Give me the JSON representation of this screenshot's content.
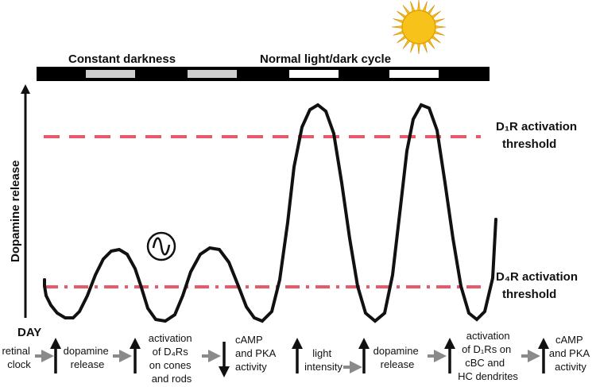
{
  "header": {
    "constant_darkness": "Constant darkness",
    "normal_cycle": "Normal light/dark cycle"
  },
  "axis": {
    "ylabel": "Dopamine release",
    "day_label": "DAY"
  },
  "thresholds": {
    "d1_line1": "D₁R activation",
    "d1_line2": "threshold",
    "d4_line1": "D₄R activation",
    "d4_line2": "threshold",
    "line_color": "#e85a6a"
  },
  "oscillator_symbol": "∿",
  "cascade_dark": {
    "retinal_clock": [
      "retinal",
      "clock"
    ],
    "dopamine_release": [
      "dopamine",
      "release"
    ],
    "d4_activation": [
      "activation",
      "of D₄Rs",
      "on cones",
      "and rods"
    ],
    "camp_pka": [
      "cAMP",
      "and PKA",
      "activity"
    ]
  },
  "cascade_light": {
    "light_intensity": [
      "light",
      "intensity"
    ],
    "dopamine_release": [
      "dopamine",
      "release"
    ],
    "d1_activation": [
      "activation",
      "of D₁Rs on",
      "cBC and",
      "HC dendrites"
    ],
    "camp_pka": [
      "cAMP",
      "and PKA",
      "activity"
    ]
  },
  "colors": {
    "curve": "#111111",
    "bar_dark": "#000000",
    "bar_gray": "#cfcfcf",
    "bar_light": "#ffffff",
    "arrow_gray": "#8a8a8a",
    "sun": "#f7c21a"
  },
  "icons": {
    "sun": "sun-icon",
    "oscillator": "oscillator-icon"
  }
}
